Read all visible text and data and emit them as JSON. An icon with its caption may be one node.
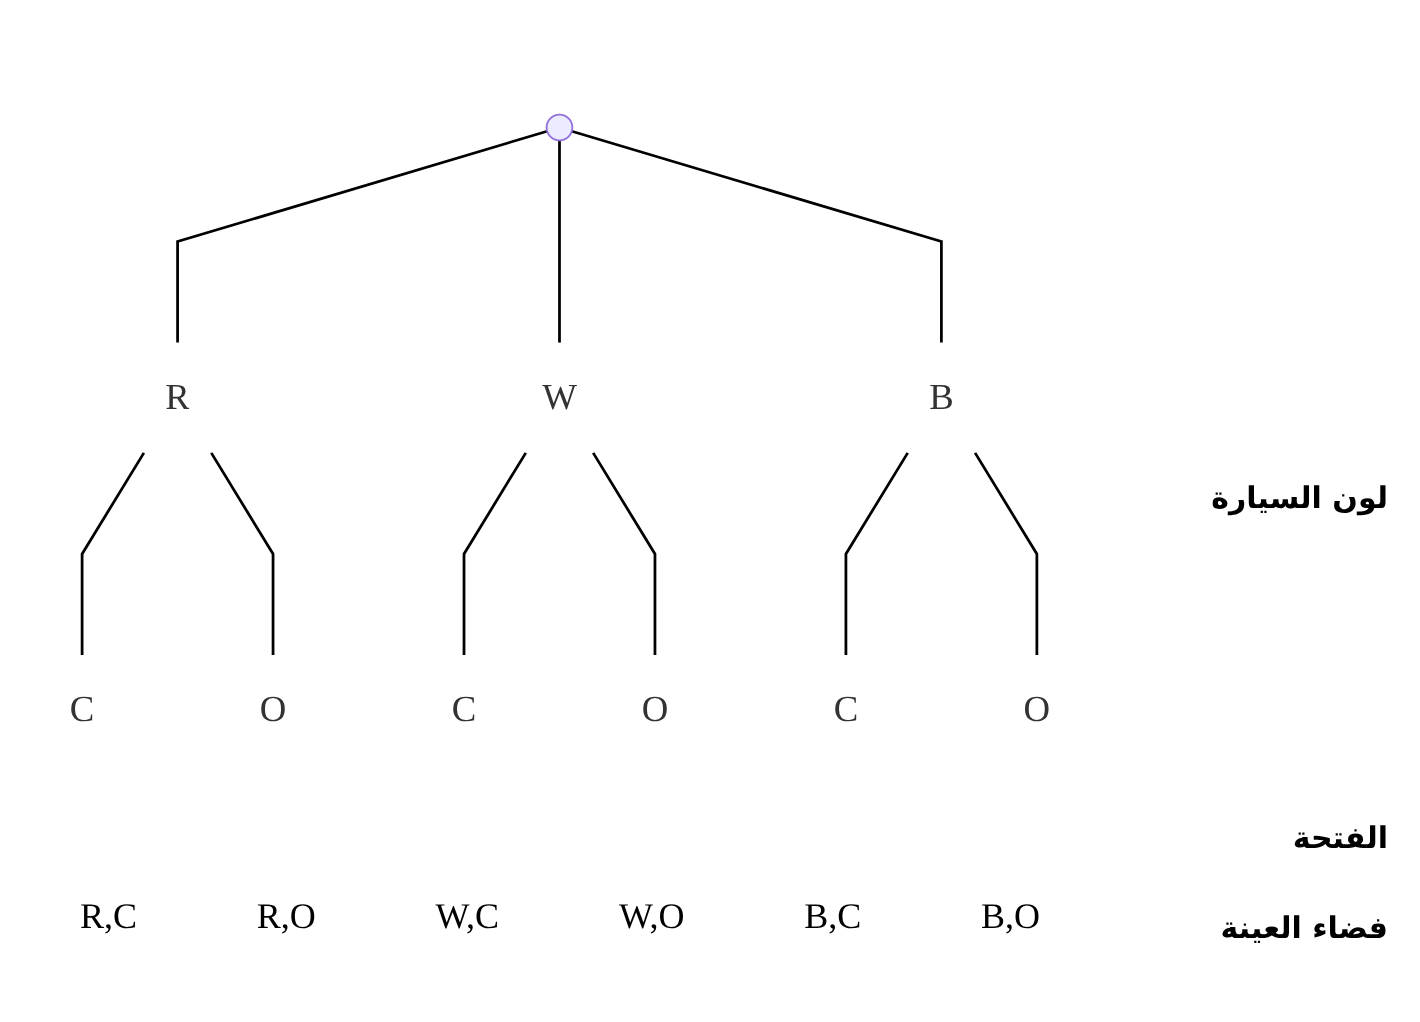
{
  "diagram": {
    "nodes": [
      {
        "text": [],
        "shape": "point"
      },
      {
        "text": [
          "R"
        ]
      },
      {
        "text": [
          "W"
        ]
      },
      {
        "text": [
          "B"
        ]
      },
      {
        "text": [
          "C"
        ]
      },
      {
        "text": [
          "O"
        ]
      },
      {
        "text": [
          "C"
        ]
      },
      {
        "text": [
          "O"
        ]
      },
      {
        "text": [
          "C"
        ]
      },
      {
        "text": [
          "O"
        ]
      }
    ],
    "edges": [
      {
        "from": 0,
        "to": 1,
        "arrow": "none"
      },
      {
        "from": 0,
        "to": 2,
        "arrow": "none"
      },
      {
        "from": 0,
        "to": 3,
        "arrow": "none"
      },
      {
        "from": 1,
        "to": 4,
        "arrow": "none"
      },
      {
        "from": 1,
        "to": 5,
        "arrow": "none"
      },
      {
        "from": 2,
        "to": 6,
        "arrow": "none"
      },
      {
        "from": 2,
        "to": 7,
        "arrow": "none"
      },
      {
        "from": 3,
        "to": 8,
        "arrow": "none"
      },
      {
        "from": 3,
        "to": 9,
        "arrow": "none"
      }
    ],
    "labels": [
      "لون السيارة",
      "الفتحة",
      "R,C",
      "R,O",
      "W,C",
      "W,O",
      "B,C",
      "B,O",
      "فضاء العينة"
    ]
  }
}
